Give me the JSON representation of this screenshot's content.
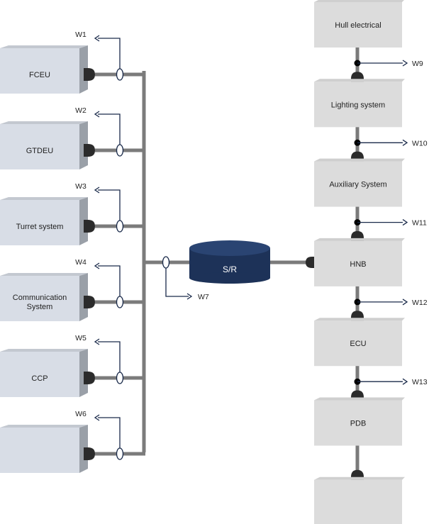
{
  "left_units": [
    {
      "label": "FCEU",
      "wire": "W1"
    },
    {
      "label": "GTDEU",
      "wire": "W2"
    },
    {
      "label": "Turret system",
      "wire": "W3"
    },
    {
      "label": "Communication System",
      "wire": "W4"
    },
    {
      "label": "CCP",
      "wire": "W5"
    },
    {
      "label": "",
      "wire": "W6"
    }
  ],
  "hub": {
    "label": "S/R",
    "wire": "W7"
  },
  "right_units": [
    {
      "label": "Hull electrical",
      "wire": "W9"
    },
    {
      "label": "Lighting system",
      "wire": "W10"
    },
    {
      "label": "Auxiliary System",
      "wire": "W11"
    },
    {
      "label": "HNB",
      "wire": "W12"
    },
    {
      "label": "ECU",
      "wire": "W13"
    },
    {
      "label": "PDB",
      "wire": ""
    },
    {
      "label": "",
      "wire": ""
    }
  ],
  "colors": {
    "left_box_front": "#d8dde6",
    "left_box_side": "#9aa0a8",
    "right_box": "#dcdcdc",
    "hub": "#1d3258",
    "wire": "#7b7b7b",
    "signal": "#1a2a4a"
  }
}
